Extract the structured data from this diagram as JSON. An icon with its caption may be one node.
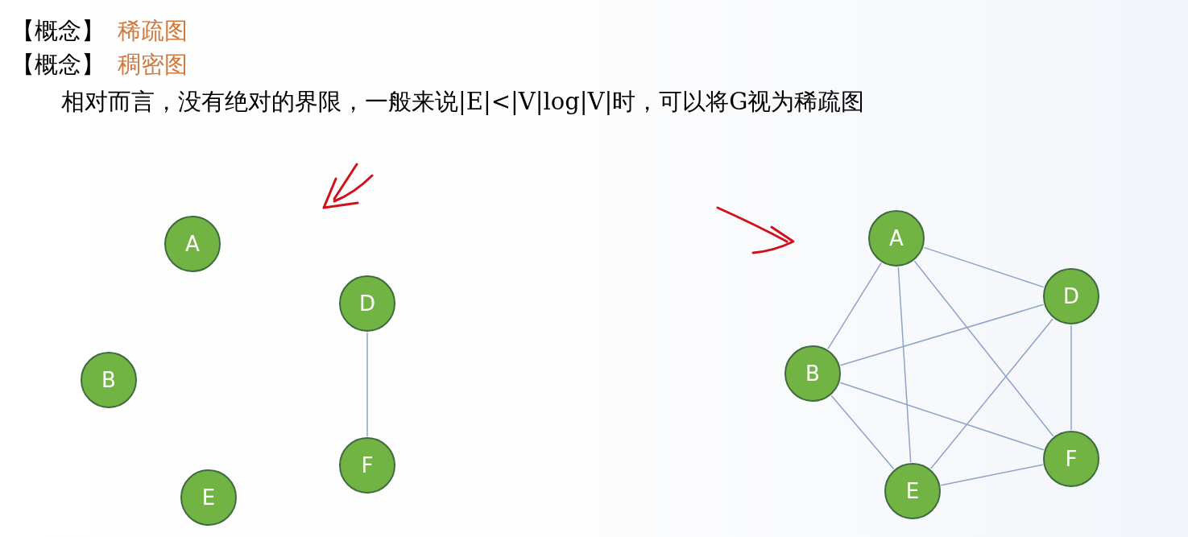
{
  "diagram": {
    "nodes": [
      {
        "text": [
          "A"
        ]
      },
      {
        "text": [
          "D"
        ]
      },
      {
        "text": [
          "B"
        ]
      },
      {
        "text": [
          "F"
        ]
      },
      {
        "text": [
          "E"
        ]
      },
      {
        "text": [
          "A"
        ]
      },
      {
        "text": [
          "D"
        ]
      },
      {
        "text": [
          "B"
        ]
      },
      {
        "text": [
          "F"
        ]
      },
      {
        "text": [
          "E"
        ]
      }
    ],
    "edges": [
      {
        "from": 1,
        "to": 3,
        "arrow": "none"
      },
      {
        "from": 5,
        "to": 6,
        "arrow": "none"
      },
      {
        "from": 5,
        "to": 7,
        "arrow": "none"
      },
      {
        "from": 5,
        "to": 9,
        "arrow": "none"
      },
      {
        "from": 5,
        "to": 8,
        "arrow": "none"
      },
      {
        "from": 6,
        "to": 7,
        "arrow": "none"
      },
      {
        "from": 6,
        "to": 9,
        "arrow": "none"
      },
      {
        "from": 6,
        "to": 8,
        "arrow": "none"
      },
      {
        "from": 7,
        "to": 8,
        "arrow": "none"
      },
      {
        "from": 7,
        "to": 9,
        "arrow": "none"
      },
      {
        "from": 9,
        "to": 8,
        "arrow": "none"
      }
    ],
    "labels": [
      "【概念】",
      "稀疏图",
      "【概念】",
      "稠密图",
      "相对而言，没有绝对的界限，一般来说|E|<|V|log|V|时，可以将G视为稀疏图"
    ]
  }
}
